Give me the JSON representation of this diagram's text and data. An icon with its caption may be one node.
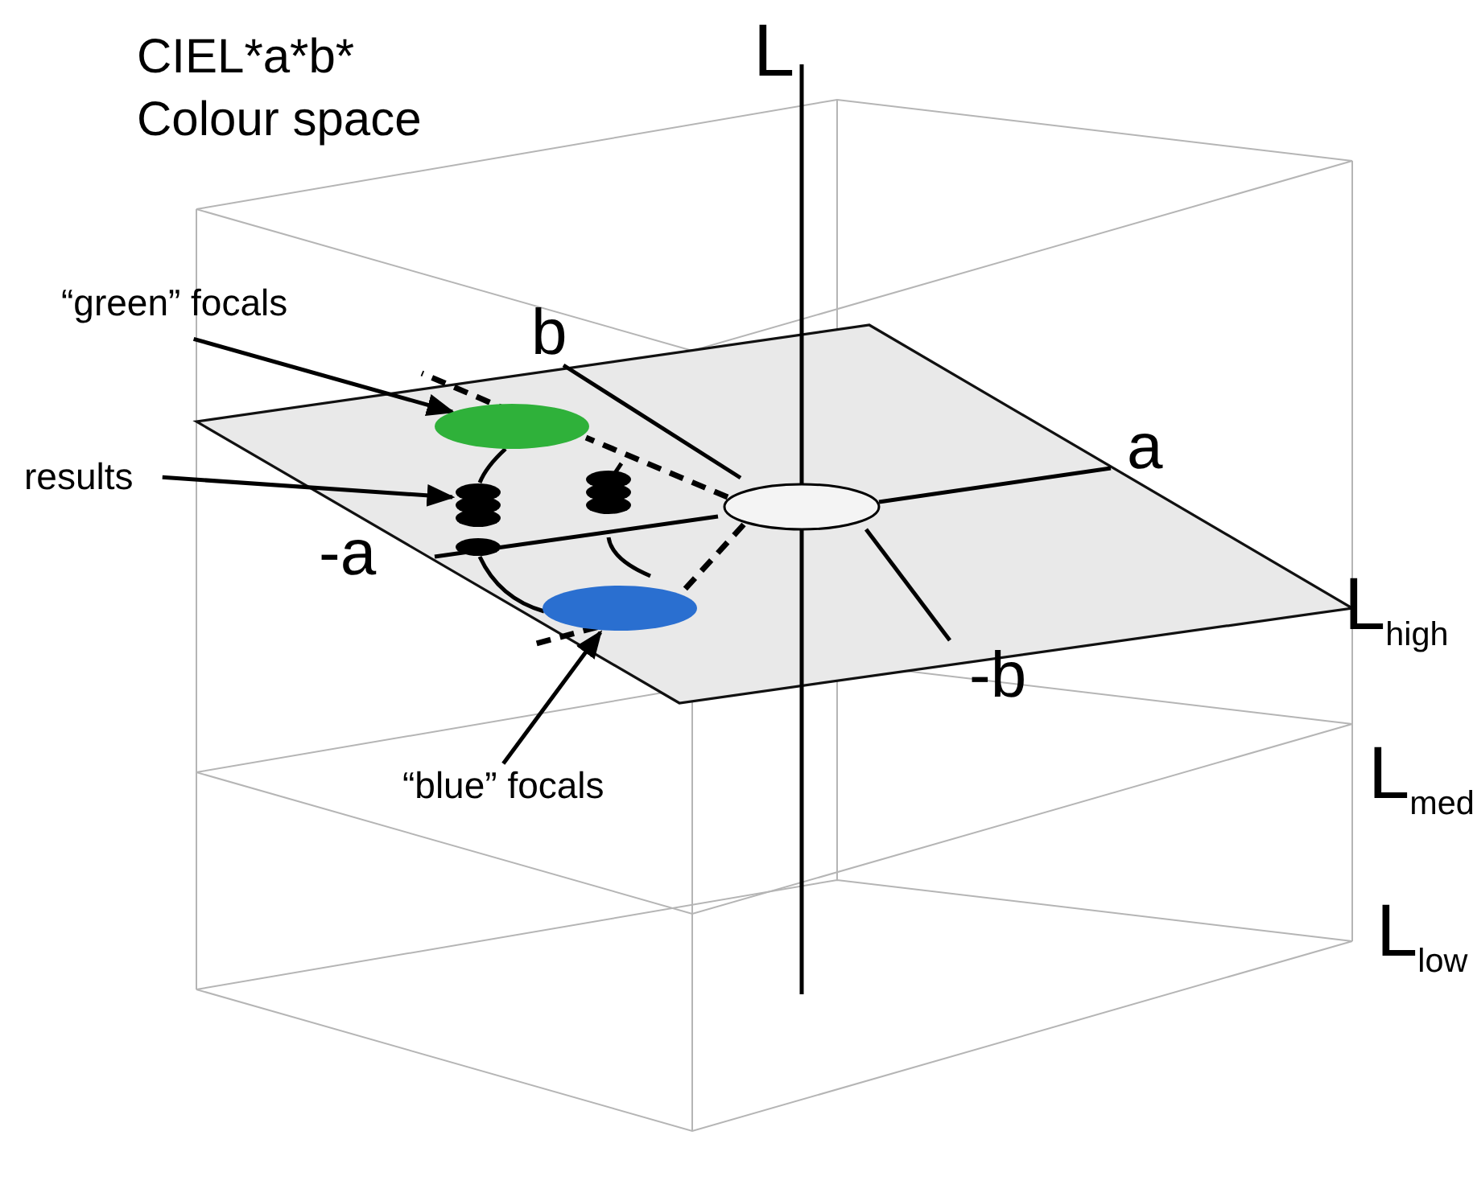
{
  "diagram": {
    "title": "CIEL*a*b* Colour space",
    "nodes": [
      {
        "text": [
          "“green” focals"
        ]
      },
      {
        "text": [],
        "shape": "ellipse"
      },
      {
        "text": [
          "results"
        ]
      },
      {
        "text": [],
        "shape": "ellipse"
      },
      {
        "text": [],
        "shape": "ellipse"
      },
      {
        "text": [],
        "shape": "ellipse"
      },
      {
        "text": [],
        "shape": "ellipse"
      },
      {
        "text": [
          "“blue” focals"
        ]
      }
    ],
    "edges": [
      {
        "from": 0,
        "to": 1,
        "arrow": "to"
      },
      {
        "from": 2,
        "to": 3,
        "arrow": "to"
      },
      {
        "from": 7,
        "to": 6,
        "arrow": "to"
      },
      {
        "from": 5,
        "to": 1,
        "arrow": "none",
        "style": "dashed"
      },
      {
        "from": 5,
        "to": 6,
        "arrow": "none",
        "style": "dashed"
      },
      {
        "from": 1,
        "to": 3,
        "arrow": "none"
      },
      {
        "from": 3,
        "to": 6,
        "arrow": "none"
      }
    ],
    "labels": [
      "L",
      "b",
      "a",
      "-a",
      "-b",
      "L$_{high}$",
      "L$_{med}$",
      "L$_{low}$"
    ]
  }
}
